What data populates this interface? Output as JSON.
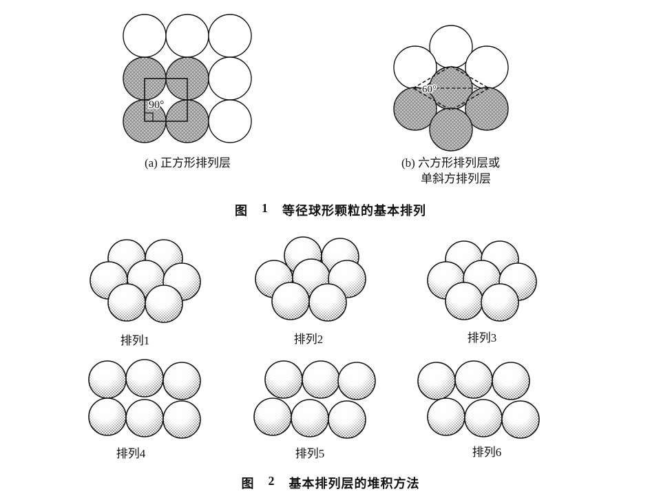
{
  "figure1": {
    "angle_square": "90°",
    "angle_hex": "60°",
    "caption_a": "(a) 正方形排列层",
    "caption_b_line1": "(b) 六方形排列层或",
    "caption_b_line2": "单斜方排列层",
    "label": "图",
    "number": "1",
    "title": "等径球形颗粒的基本排列"
  },
  "figure2": {
    "label": "图",
    "number": "2",
    "title": "基本排列层的堆积方法",
    "arrangements": [
      {
        "label": "排列1"
      },
      {
        "label": "排列2"
      },
      {
        "label": "排列3"
      },
      {
        "label": "排列4"
      },
      {
        "label": "排列5"
      },
      {
        "label": "排列6"
      }
    ]
  },
  "colors": {
    "ink": "#111111",
    "hatch_bg": "#c9c9c9",
    "hatch_line": "#7d7d7d"
  }
}
